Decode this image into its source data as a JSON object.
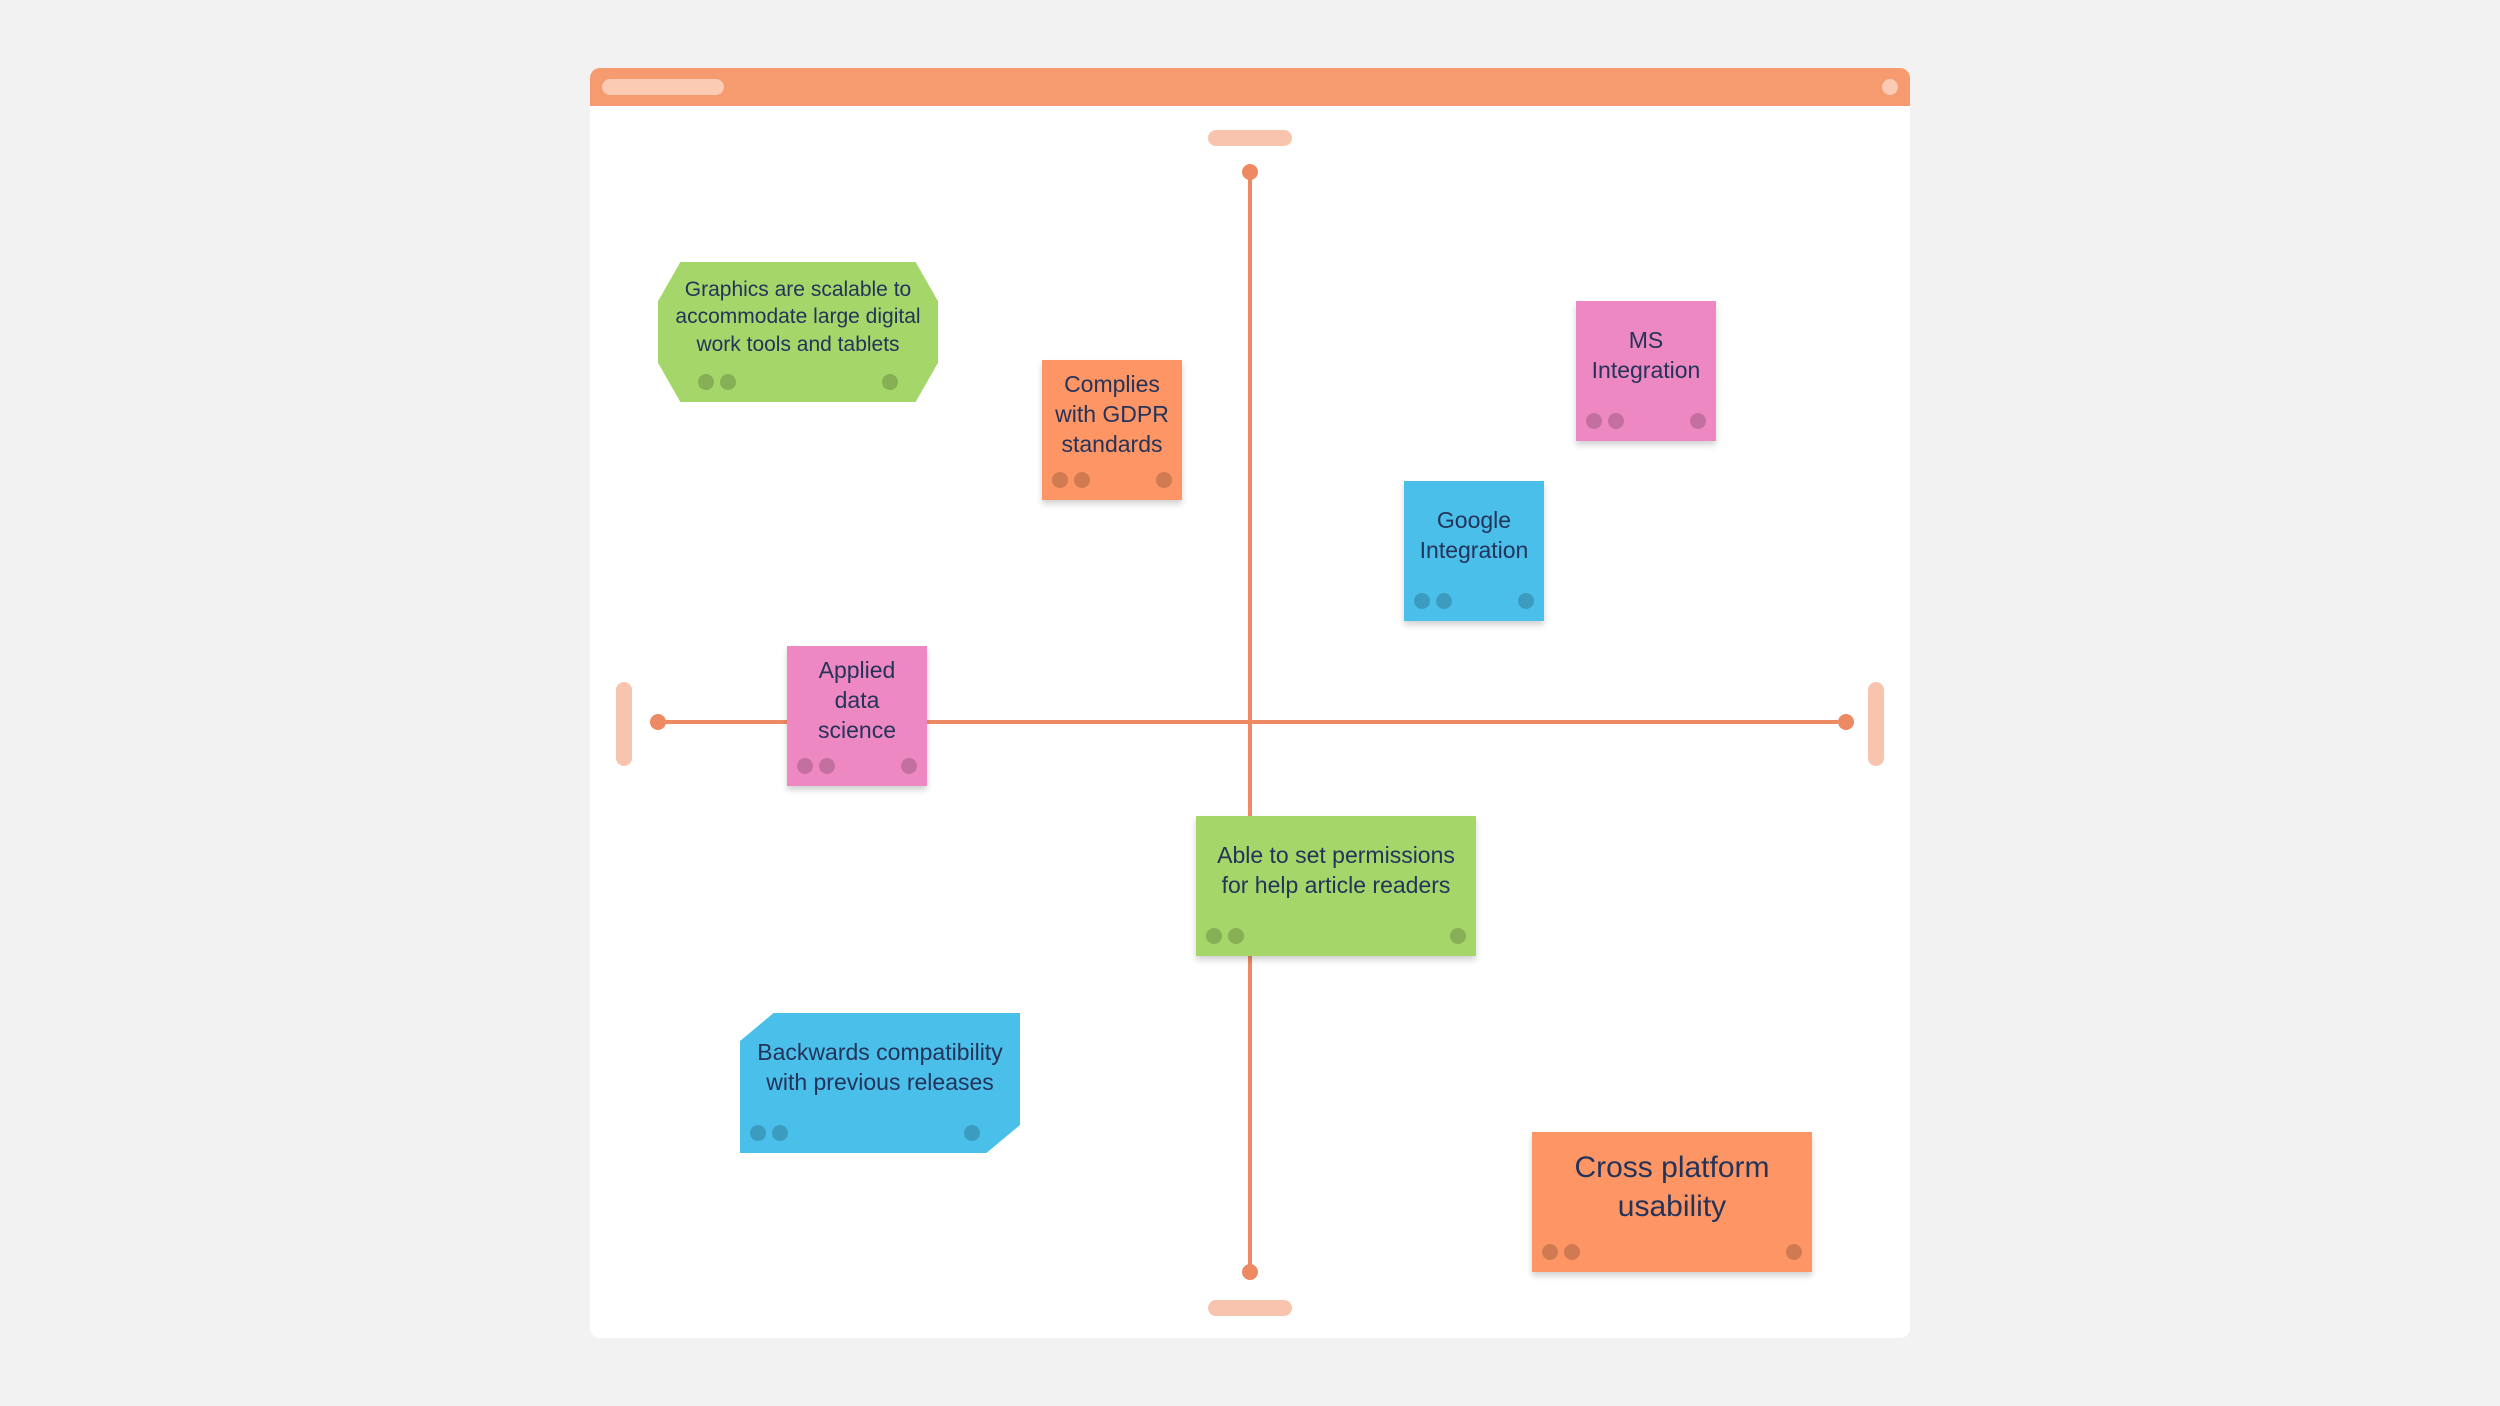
{
  "colors": {
    "accent": "#f69a70",
    "axis": "#ee8a63",
    "green": "#a5d669",
    "orange": "#fe9564",
    "pink": "#ee88c2",
    "blue": "#4abfea",
    "text": "#24335a"
  },
  "stickies": [
    {
      "text": "Graphics are scalable to accommodate large digital work tools and tablets",
      "color": "green",
      "shape": "octagon"
    },
    {
      "text": "Complies with GDPR standards",
      "color": "orange",
      "shape": "square"
    },
    {
      "text": "MS Integration",
      "color": "pink",
      "shape": "square"
    },
    {
      "text": "Google Integration",
      "color": "blue",
      "shape": "square"
    },
    {
      "text": "Applied data science",
      "color": "pink",
      "shape": "square"
    },
    {
      "text": "Able to set permissions for help article readers",
      "color": "green",
      "shape": "rectangle"
    },
    {
      "text": "Backwards compatibility with previous releases",
      "color": "blue",
      "shape": "cut-corners"
    },
    {
      "text": "Cross platform usability",
      "color": "orange",
      "shape": "rectangle"
    }
  ]
}
